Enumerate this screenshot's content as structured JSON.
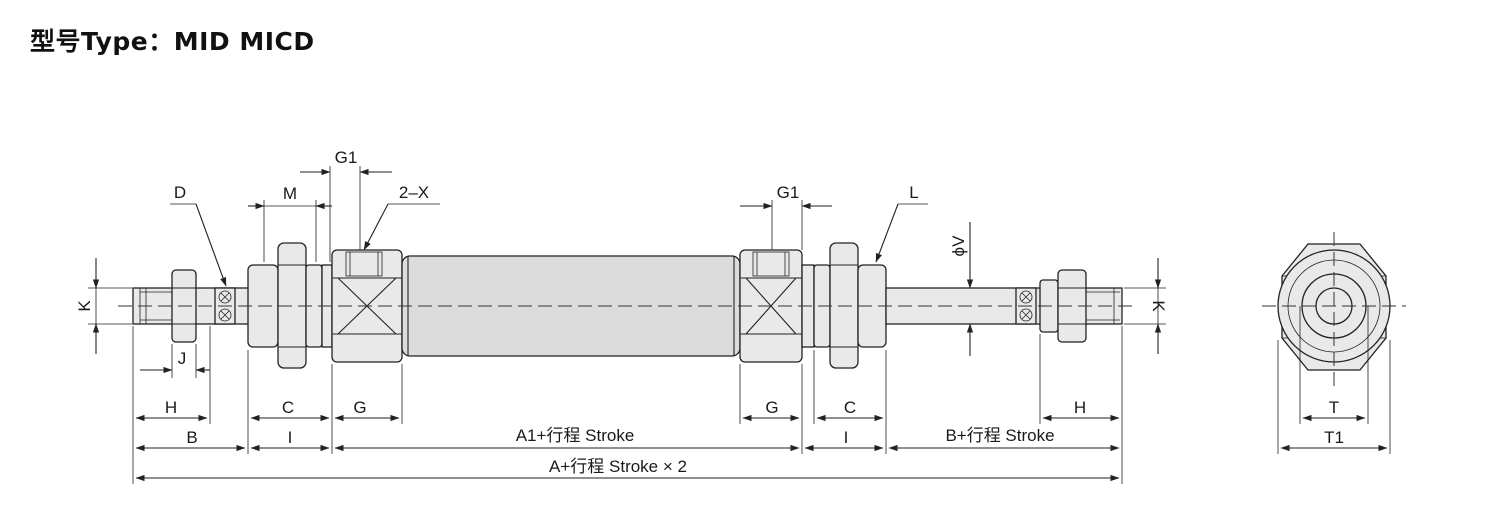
{
  "title": "型号Type：MID  MICD",
  "labels": {
    "D": "D",
    "M": "M",
    "G1_left": "G1",
    "two_x": "2–X",
    "G1_right": "G1",
    "L": "L",
    "phiV": "ϕV",
    "K_left": "K",
    "K_right": "K",
    "J": "J",
    "H_left": "H",
    "C_left": "C",
    "G_left": "G",
    "G_right": "G",
    "C_right": "C",
    "H_right": "H",
    "B": "B",
    "I_left": "I",
    "A1_stroke": "A1+行程 Stroke",
    "I_right": "I",
    "B_stroke": "B+行程 Stroke",
    "A_stroke": "A+行程 Stroke × 2",
    "T": "T",
    "T1": "T1"
  }
}
